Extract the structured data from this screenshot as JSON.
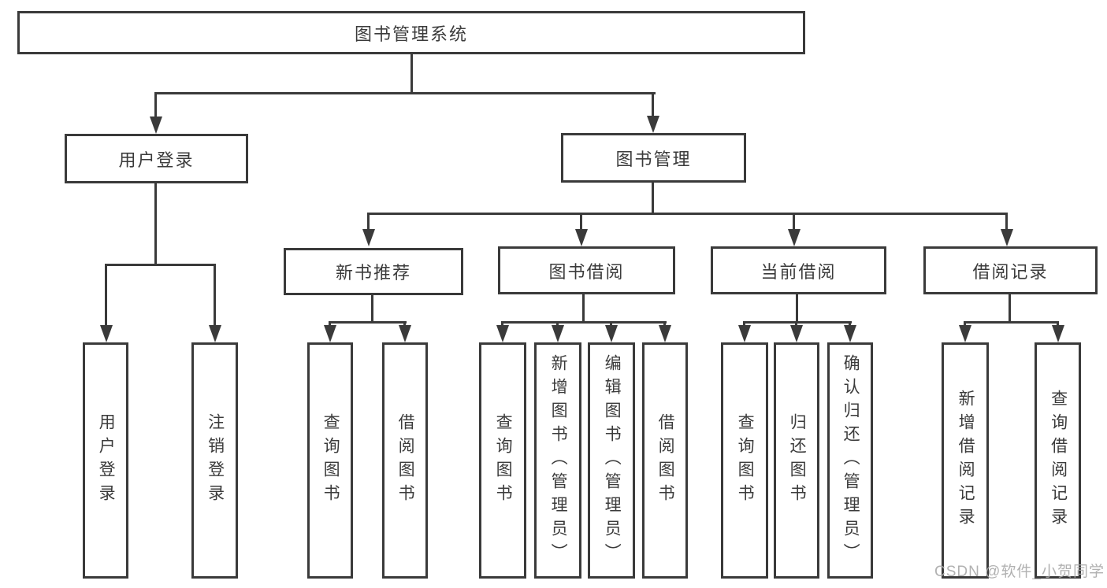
{
  "diagram": {
    "tree": {
      "root": "图书管理系统",
      "branches": [
        {
          "label": "用户登录",
          "children": [
            "用户登录",
            "注销登录"
          ]
        },
        {
          "label": "图书管理",
          "sections": [
            {
              "label": "新书推荐",
              "children": [
                "查询图书",
                "借阅图书"
              ]
            },
            {
              "label": "图书借阅",
              "children": [
                "查询图书",
                "新增图书（管理员）",
                "编辑图书（管理员）",
                "借阅图书"
              ]
            },
            {
              "label": "当前借阅",
              "children": [
                "查询图书",
                "归还图书",
                "确认归还（管理员）"
              ]
            },
            {
              "label": "借阅记录",
              "children": [
                "新增借阅记录",
                "查询借阅记录"
              ]
            }
          ]
        }
      ]
    },
    "watermark": "CSDN @软件_小贺同学",
    "colors": {
      "line": "#3a3a3a",
      "text": "#3b3b3b",
      "background": "#ffffff",
      "watermark": "#a9a9a9"
    }
  }
}
